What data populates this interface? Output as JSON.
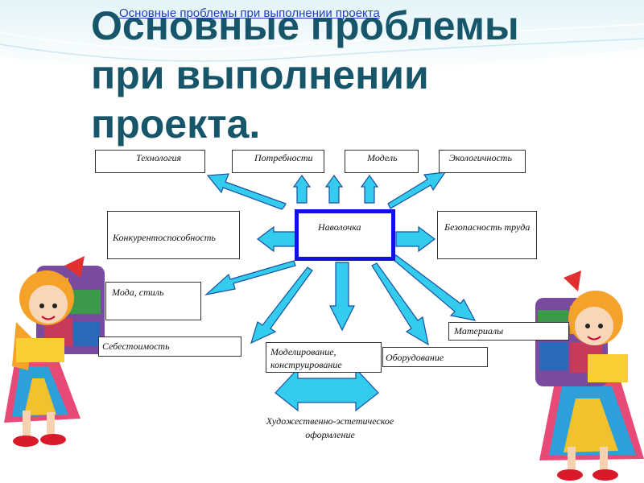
{
  "header": {
    "small_title": "Основные проблемы при выполнении проекта",
    "title": "Основные проблемы при выполнении проекта."
  },
  "diagram": {
    "center": "Наволочка",
    "boxes": {
      "technology": "Технология",
      "needs": "Потребности",
      "model": "Модель",
      "ecology": "Экологичность",
      "competitiveness": "Конкурентоспособность",
      "safety": "Безопасность труда",
      "fashion": "Мода, стиль",
      "cost": "Себестоимость",
      "materials": "Материалы",
      "modeling": "Моделирование, конструирование",
      "equipment": "Оборудование"
    },
    "bottom": "Художественно-эстетическое оформление"
  },
  "colors": {
    "arrow_fill": "#33ccee",
    "arrow_stroke": "#1a4fa0",
    "center_border": "#1111dd",
    "title": "#17566a",
    "header_band": "#cfeaf0"
  }
}
